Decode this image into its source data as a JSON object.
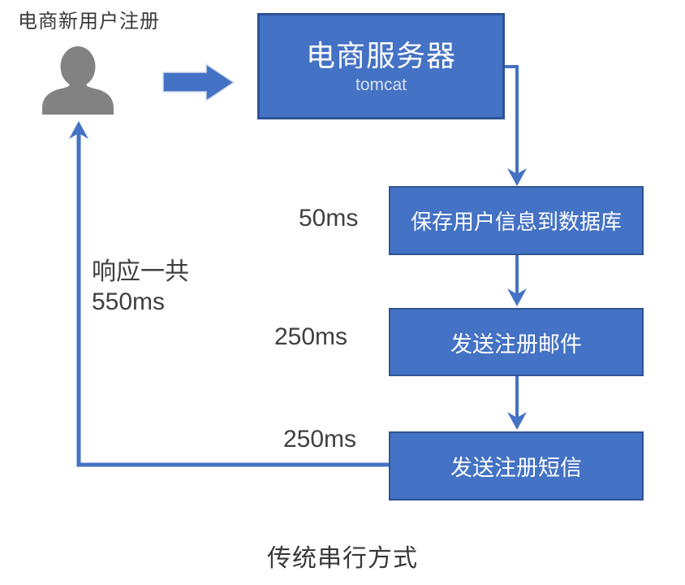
{
  "diagram": {
    "user_label": "电商新用户注册",
    "server": {
      "title": "电商服务器",
      "subtitle": "tomcat"
    },
    "steps": [
      {
        "label": "保存用户信息到数据库",
        "duration": "50ms"
      },
      {
        "label": "发送注册邮件",
        "duration": "250ms"
      },
      {
        "label": "发送注册短信",
        "duration": "250ms"
      }
    ],
    "response": {
      "line1": "响应一共",
      "line2": "550ms"
    },
    "caption": "传统串行方式"
  },
  "icons": {
    "user": "user-silhouette-icon",
    "request_arrow": "right-block-arrow-icon",
    "flow_arrows": "down-arrow-connectors",
    "response_arrow": "up-arrow-return-connector"
  },
  "colors": {
    "box_fill": "#4472C4",
    "box_border": "#2E5395",
    "connector": "#4472C4",
    "icon_gray": "#828282",
    "text_dark": "#3F3F3F",
    "text_on_box": "#FFFFFF",
    "subtitle_on_box": "#D6E0F0",
    "background": "#FFFFFF"
  }
}
